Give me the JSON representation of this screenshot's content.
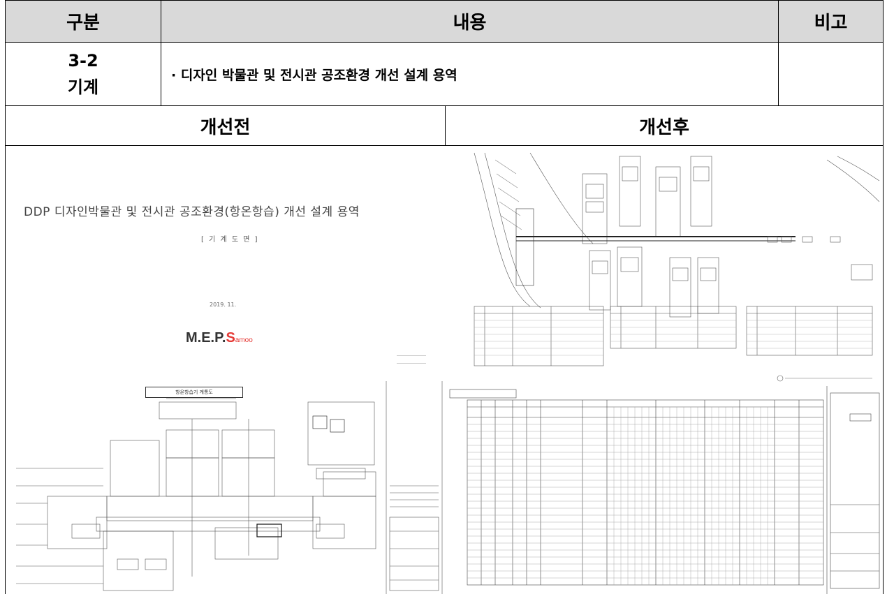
{
  "table": {
    "header": {
      "category": "구분",
      "content": "내용",
      "remarks": "비고"
    },
    "row": {
      "section_line1": "3-2",
      "section_line2": "기계",
      "description": "· 디자인 박물관 및 전시관 공조환경 개선 설계 용역",
      "remark": ""
    },
    "subheader": {
      "before": "개선전",
      "after": "개선후"
    }
  },
  "cover": {
    "title": "DDP 디자인박물관 및 전시관 공조환경(항온항습) 개선 설계 용역",
    "subtitle": "[ 기 계 도 면 ]",
    "date": "2019. 11.",
    "logo_main": "M.E.P.",
    "logo_accent": "S",
    "logo_tail": "amoo",
    "accent_color": "#e53935"
  },
  "diagram": {
    "title": "항온항습기 계통도"
  }
}
